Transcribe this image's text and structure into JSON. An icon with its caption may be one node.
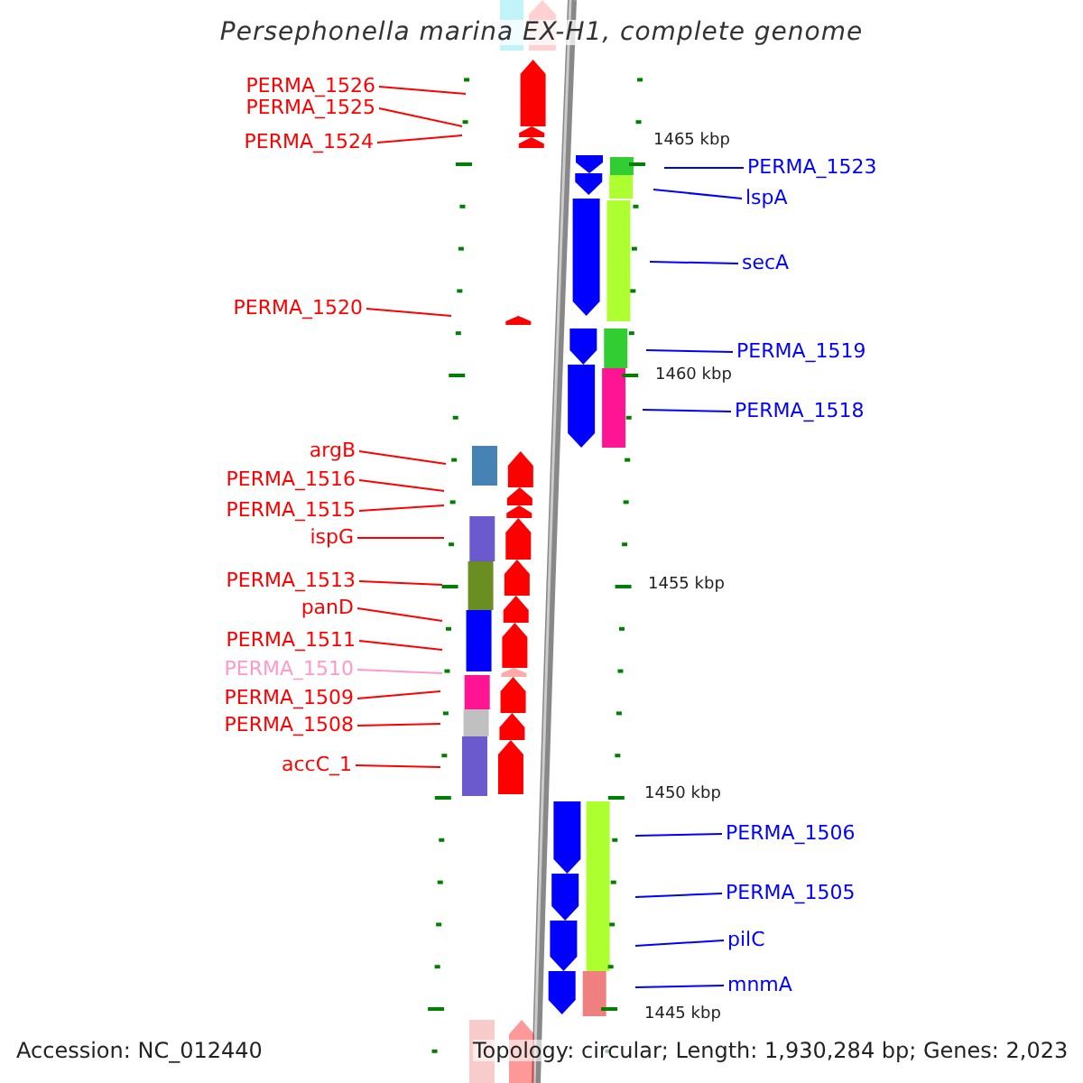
{
  "diagram": {
    "title": "Persephonella marina EX-H1, complete genome",
    "nodes": [
      {
        "text": [
          "PERMA_1526"
        ]
      },
      {
        "text": [
          "PERMA_1525"
        ]
      },
      {
        "text": [
          "PERMA_1524"
        ]
      },
      {
        "text": [
          "PERMA_1523"
        ]
      },
      {
        "text": [
          "lspA"
        ]
      },
      {
        "text": [
          "secA"
        ]
      },
      {
        "text": [
          "PERMA_1520"
        ]
      },
      {
        "text": [
          "PERMA_1519"
        ]
      },
      {
        "text": [
          "PERMA_1518"
        ]
      },
      {
        "text": [
          "argB"
        ]
      },
      {
        "text": [
          "PERMA_1516"
        ]
      },
      {
        "text": [
          "PERMA_1515"
        ]
      },
      {
        "text": [
          "ispG"
        ]
      },
      {
        "text": [
          "PERMA_1513"
        ]
      },
      {
        "text": [
          "panD"
        ]
      },
      {
        "text": [
          "PERMA_1511"
        ]
      },
      {
        "text": [
          "PERMA_1510"
        ]
      },
      {
        "text": [
          "PERMA_1509"
        ]
      },
      {
        "text": [
          "PERMA_1508"
        ]
      },
      {
        "text": [
          "accC_1"
        ]
      },
      {
        "text": [
          "PERMA_1506"
        ]
      },
      {
        "text": [
          "PERMA_1505"
        ]
      },
      {
        "text": [
          "pilC"
        ]
      },
      {
        "text": [
          "mnmA"
        ]
      }
    ],
    "edges": [
      {
        "from": 0,
        "to": null,
        "arrow": "none"
      },
      {
        "from": 1,
        "to": null,
        "arrow": "none"
      },
      {
        "from": 2,
        "to": null,
        "arrow": "none"
      },
      {
        "from": 3,
        "to": null,
        "arrow": "none",
        "color": "#0000ff"
      },
      {
        "from": 4,
        "to": null,
        "arrow": "none",
        "color": "#0000ff"
      },
      {
        "from": 5,
        "to": null,
        "arrow": "none",
        "color": "#0000ff"
      },
      {
        "from": 6,
        "to": null,
        "arrow": "none"
      },
      {
        "from": 7,
        "to": null,
        "arrow": "none",
        "color": "#0000ff"
      },
      {
        "from": 8,
        "to": null,
        "arrow": "none",
        "color": "#0000ff"
      },
      {
        "from": 9,
        "to": null,
        "arrow": "none"
      },
      {
        "from": 10,
        "to": null,
        "arrow": "none"
      },
      {
        "from": 11,
        "to": null,
        "arrow": "none"
      },
      {
        "from": 12,
        "to": null,
        "arrow": "none"
      },
      {
        "from": 13,
        "to": null,
        "arrow": "none"
      },
      {
        "from": 14,
        "to": null,
        "arrow": "none"
      },
      {
        "from": 15,
        "to": null,
        "arrow": "none"
      },
      {
        "from": 16,
        "to": null,
        "arrow": "none",
        "color": "#ff99cc"
      },
      {
        "from": 17,
        "to": null,
        "arrow": "none"
      },
      {
        "from": 18,
        "to": null,
        "arrow": "none"
      },
      {
        "from": 19,
        "to": null,
        "arrow": "none"
      },
      {
        "from": 20,
        "to": null,
        "arrow": "none",
        "color": "#0000ff"
      },
      {
        "from": 21,
        "to": null,
        "arrow": "none",
        "color": "#0000ff"
      },
      {
        "from": 22,
        "to": null,
        "arrow": "none",
        "color": "#0000ff"
      },
      {
        "from": 23,
        "to": null,
        "arrow": "none",
        "color": "#0000ff"
      }
    ],
    "labels": [
      "1465 kbp",
      "1460 kbp",
      "1455 kbp",
      "1450 kbp",
      "1445 kbp",
      "Accession: NC_012440",
      "Topology: circular; Length: 1,930,284 bp; Genes: 2,023"
    ]
  }
}
